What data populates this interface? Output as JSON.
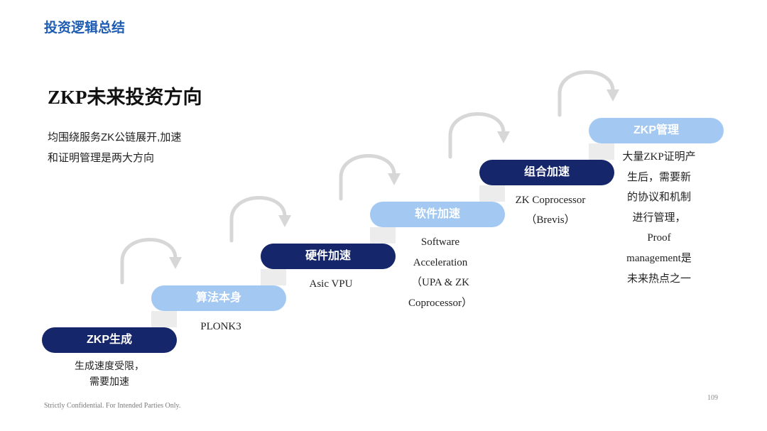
{
  "header": {
    "title": "投资逻辑总结"
  },
  "main": {
    "heading": "ZKP未来投资方向",
    "subtitle_lines": [
      "均围绕服务ZK公链展开,加速",
      "和证明管理是两大方向"
    ]
  },
  "steps": [
    {
      "label": "ZKP生成",
      "description_lines": [
        "生成速度受限，",
        "需要加速"
      ]
    },
    {
      "label": "算法本身",
      "description_lines": [
        "PLONK3"
      ]
    },
    {
      "label": "硬件加速",
      "description_lines": [
        "Asic VPU"
      ]
    },
    {
      "label": "软件加速",
      "description_lines": [
        "Software",
        "Acceleration",
        "（UPA & ZK",
        "Coprocessor）"
      ]
    },
    {
      "label": "组合加速",
      "description_lines": [
        "ZK Coprocessor",
        "（Brevis）"
      ]
    },
    {
      "label": "ZKP管理",
      "description_lines": [
        "大量ZKP证明产",
        "生后，需要新",
        "的协议和机制",
        "进行管理，",
        "Proof",
        "management是",
        "未来热点之一"
      ]
    }
  ],
  "footer": {
    "disclaimer": "Strictly Confidential. For Intended Parties Only.",
    "page_number": "109"
  },
  "colors": {
    "title": "#1f5db3",
    "dark_step": "#16266a",
    "light_step": "#a3c8f2",
    "arrow": "#d7d7d7",
    "connector": "#ececec"
  }
}
